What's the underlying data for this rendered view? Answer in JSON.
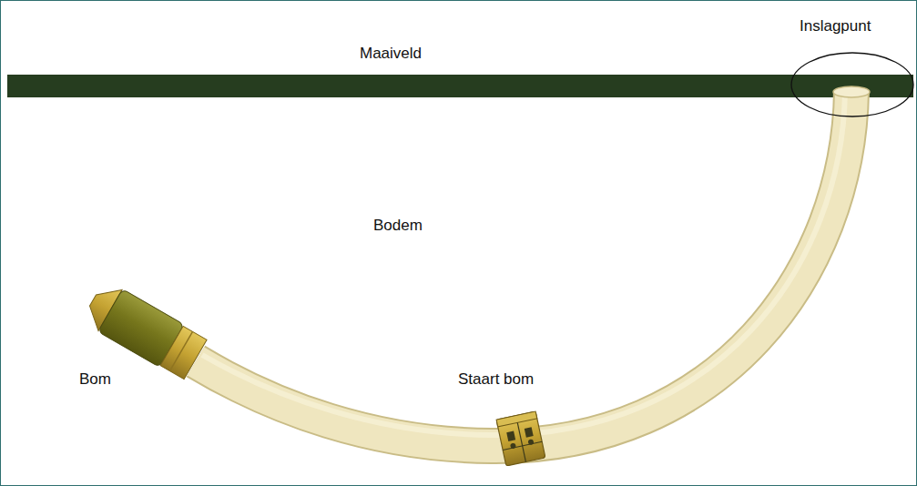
{
  "diagram": {
    "labels": [
      "Inslagpunt",
      "Maaiveld",
      "Bodem",
      "Bom",
      "Staart bom"
    ]
  }
}
